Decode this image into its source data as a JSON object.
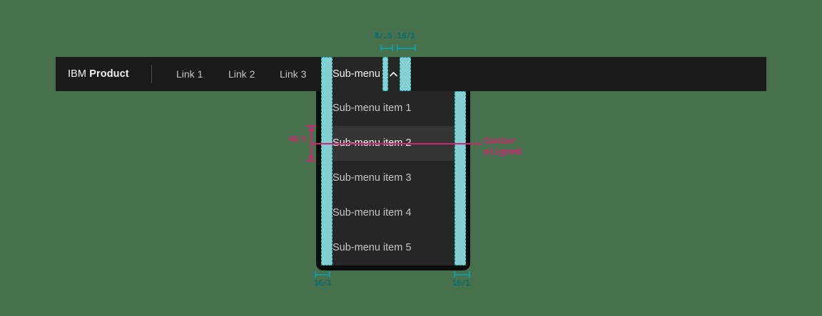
{
  "colors": {
    "page_background": "#47704d",
    "header_bg": "#1a1a1a",
    "menu_bg": "#262626",
    "menu_active_bg": "#353535",
    "frame_black": "#0c0c0c",
    "teal_overlay_fill": "#89d8da",
    "teal_line": "#0f9ca1",
    "teal_text": "#0a6e73",
    "annotation_pink": "#d02670",
    "text_primary": "#f4f4f4",
    "text_secondary": "#c6c6c6"
  },
  "header": {
    "brand_prefix": "IBM",
    "brand_name": "Product",
    "links": [
      "Link 1",
      "Link 2",
      "Link 3"
    ],
    "submenu_label": "Sub-menu",
    "submenu_state": "expanded",
    "submenu_icon": "chevron-up-icon"
  },
  "menu": {
    "items": [
      "Sub-menu item 1",
      "Sub-menu item 2",
      "Sub-menu item 3",
      "Sub-menu item 4",
      "Sub-menu item 5"
    ],
    "highlighted_item": "Sub-menu item 2"
  },
  "annotations": {
    "spacing_top_left": "8/.5",
    "spacing_top_right": "16/1",
    "spacing_bottom_left": "16/1",
    "spacing_bottom_right": "16/1",
    "item_height": "48/3",
    "align_line1": "Center",
    "align_line2": "aligned"
  }
}
